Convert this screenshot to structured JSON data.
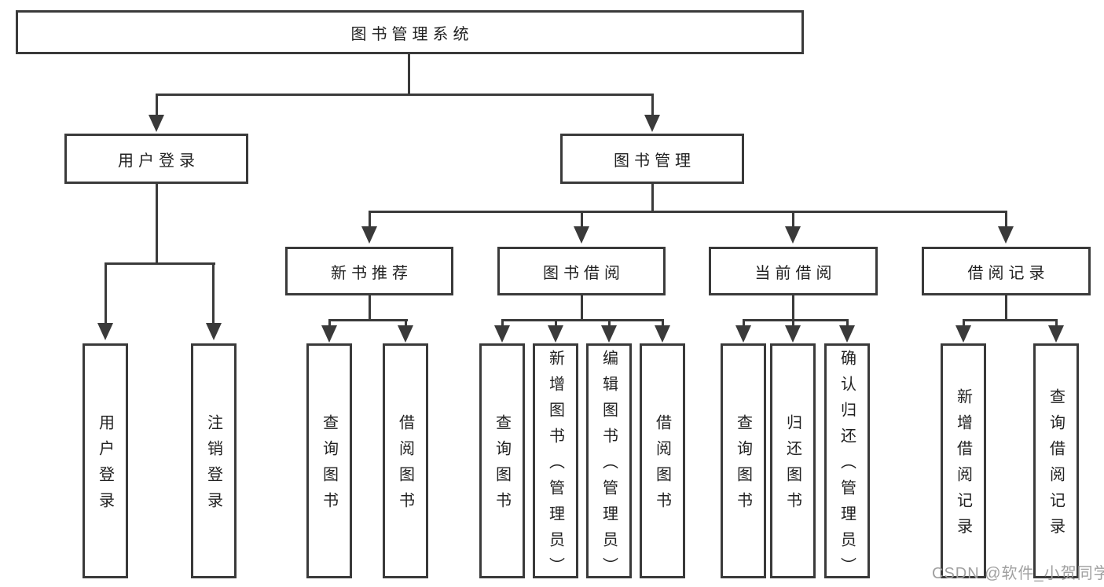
{
  "diagram": {
    "title": "图书管理系统",
    "branches": [
      {
        "label": "用户登录",
        "children": [
          {
            "label": "用户登录"
          },
          {
            "label": "注销登录"
          }
        ]
      },
      {
        "label": "图书管理",
        "children": [
          {
            "label": "新书推荐",
            "children": [
              {
                "label": "查询图书"
              },
              {
                "label": "借阅图书"
              }
            ]
          },
          {
            "label": "图书借阅",
            "children": [
              {
                "label": "查询图书"
              },
              {
                "label": "新增图书（管理员）"
              },
              {
                "label": "编辑图书（管理员）"
              },
              {
                "label": "借阅图书"
              }
            ]
          },
          {
            "label": "当前借阅",
            "children": [
              {
                "label": "查询图书"
              },
              {
                "label": "归还图书"
              },
              {
                "label": "确认归还（管理员）"
              }
            ]
          },
          {
            "label": "借阅记录",
            "children": [
              {
                "label": "新增借阅记录"
              },
              {
                "label": "查询借阅记录"
              }
            ]
          }
        ]
      }
    ],
    "watermark": "CSDN @软件_小贺同学"
  },
  "colors": {
    "line": "#3a3a3a",
    "text": "#222222",
    "watermark": "#a0a0a0",
    "bg": "#ffffff"
  }
}
